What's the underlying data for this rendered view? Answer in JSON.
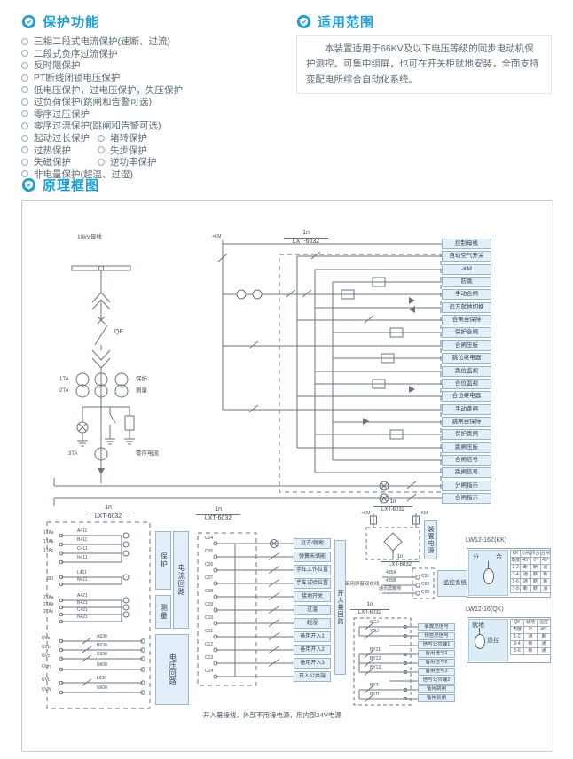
{
  "protection": {
    "title": "保护功能",
    "items": [
      {
        "a": "三相二段式电流保护(速断、过流)"
      },
      {
        "a": "二段式负序过流保护"
      },
      {
        "a": "反时限保护"
      },
      {
        "a": "PT断线闭锁电压保护"
      },
      {
        "a": "低电压保护，过电压保护，失压保护"
      },
      {
        "a": "过负荷保护(跳闸和告警可选)"
      },
      {
        "a": "零序过压保护"
      },
      {
        "a": "零序过流保护(跳闸和告警可选)"
      },
      {
        "a": "起动过长保护",
        "b": "堵转保护"
      },
      {
        "a": "过热保护",
        "b": "失步保护"
      },
      {
        "a": "失磁保护",
        "b": "逆功率保护"
      },
      {
        "a": "非电量保护(超温、过湿)"
      }
    ]
  },
  "scope": {
    "title": "适用范围",
    "text": "本装置适用于66KV及以下电压等级的同步电动机保护测控。可集中组屏，也可在开关柜就地安装，全面支持变配电所综合自动化系统。"
  },
  "diagram": {
    "title": "原理框图",
    "module_top": "1n",
    "module_name": "LXT-6032",
    "sld": {
      "bus": "10kV母线",
      "qf": "QF",
      "ta1": "1TA",
      "ta2": "2TA",
      "ta3": "3TA",
      "protect": "保护",
      "measure": "测量",
      "zeroseq": "零序电流",
      "plus_km": "+KM"
    },
    "right_labels": [
      "控制母线",
      "自动空气开关",
      "-KM",
      "防跳",
      "手动合闸",
      "远方就地切换",
      "合闸自保持",
      "保护合闸",
      "合闸压板",
      "跳位继电器",
      "跳位监视",
      "合位监视",
      "合位继电器",
      "手动跳闸",
      "跳闸自保持",
      "保护跳闸",
      "跳闸压板",
      "合闸信号",
      "跳闸信号",
      "分闸指示",
      "合闸指示"
    ],
    "cc": {
      "t1": "1TAa",
      "t2": "1TAb",
      "t3": "1TAc",
      "t4": "3I0",
      "t5": "2TAa",
      "t6": "2TAb",
      "t7": "2TAc",
      "w1": "A411",
      "w2": "B411",
      "w3": "C411",
      "w4": "N411",
      "w5": "L411",
      "w6": "N411",
      "w7": "A421",
      "w8": "B421",
      "w9": "C421",
      "w10": "N421",
      "v1": "UVa",
      "v2": "UVb",
      "v3": "UVc",
      "v4": "UVn",
      "v5": "UVL",
      "v6": "UVN",
      "vw1": "A630",
      "vw2": "B630",
      "vw3": "C630",
      "vw4": "N600",
      "vw5": "L630",
      "vw6": "N600",
      "protect": "保护",
      "measure": "测量",
      "current": "电流回路",
      "voltage": "电压回路"
    },
    "inputs": {
      "labels": [
        "远方/就地",
        "弹簧未储能",
        "手车工作位置",
        "手车试验位置",
        "接地开关",
        "过温",
        "超湿",
        "备用开入1",
        "备用开入2",
        "备用开入3",
        "开入公共端"
      ],
      "terminals": [
        "C04",
        "C05",
        "C06",
        "C07",
        "C08",
        "C09",
        "C10",
        "C11",
        "C12",
        "C13",
        "C14"
      ],
      "vertical": "开入量回路",
      "note": "开入量接线，外部不用接电源，用内部24V电源"
    },
    "power": {
      "label": "装置电源",
      "p": "+KM",
      "n": "-KM"
    },
    "comm": {
      "note": "采用屏蔽双绞线",
      "w1": "485A",
      "w2": "485B",
      "w3": "通讯屏蔽地",
      "t1": "C01",
      "t2": "C02",
      "t3": "C03",
      "target": "监控系统"
    },
    "sig": {
      "r1": "SGJ",
      "r2": "YGJ",
      "r3": "BY11",
      "r4": "BY12",
      "r5": "BY13",
      "r6": "BYT",
      "r7": "BYH",
      "labels": [
        "事故总信号",
        "预告总信号",
        "信号公共端1",
        "备用信号1",
        "备用信号2",
        "备用信号3",
        "信号公共端2",
        "备用跳闸",
        "备用合闸"
      ]
    },
    "kk": {
      "title": "LW12-16Z(KK)",
      "left": "分",
      "right": "合",
      "rows": [
        [
          "KK",
          "分闸后",
          "预合闸",
          "合闸后"
        ],
        [
          "角度",
          "-45°",
          "0°",
          "45°"
        ],
        [
          "1-2",
          "断",
          "断",
          "通"
        ],
        [
          "3-4",
          "通",
          "断",
          "断"
        ],
        [
          "5-6",
          "通",
          "断",
          "断"
        ],
        [
          "7-8",
          "断",
          "断",
          "通"
        ]
      ]
    },
    "qk": {
      "title": "LW12-16(QK)",
      "left": "就地",
      "right": "遥控",
      "rows": [
        [
          "QK",
          "就地",
          "遥控"
        ],
        [
          "角度",
          "0°",
          "45°"
        ],
        [
          "1-2",
          "通",
          "断"
        ],
        [
          "3-4",
          "断",
          "通"
        ],
        [
          "5-6",
          "断",
          "通"
        ]
      ]
    }
  }
}
